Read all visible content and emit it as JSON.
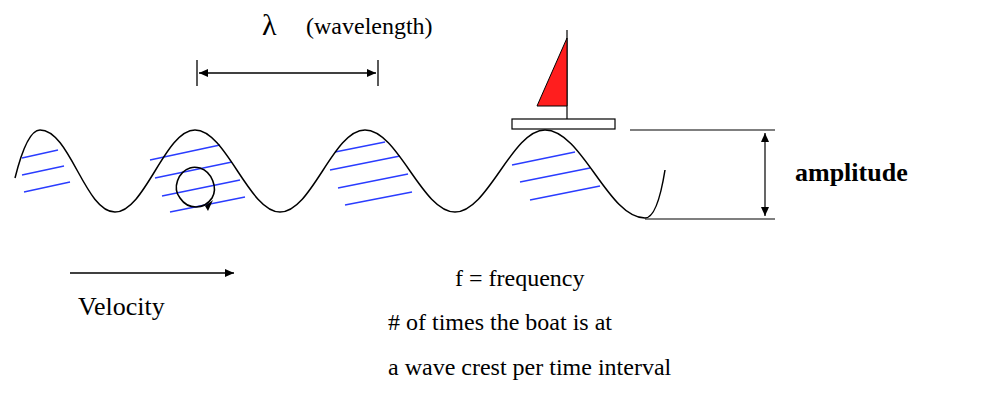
{
  "diagram": {
    "labels": [
      "λ",
      "(wavelength)",
      "amplitude",
      "Velocity",
      "f = frequency",
      "# of times the boat is at",
      "a wave crest per time interval"
    ]
  }
}
